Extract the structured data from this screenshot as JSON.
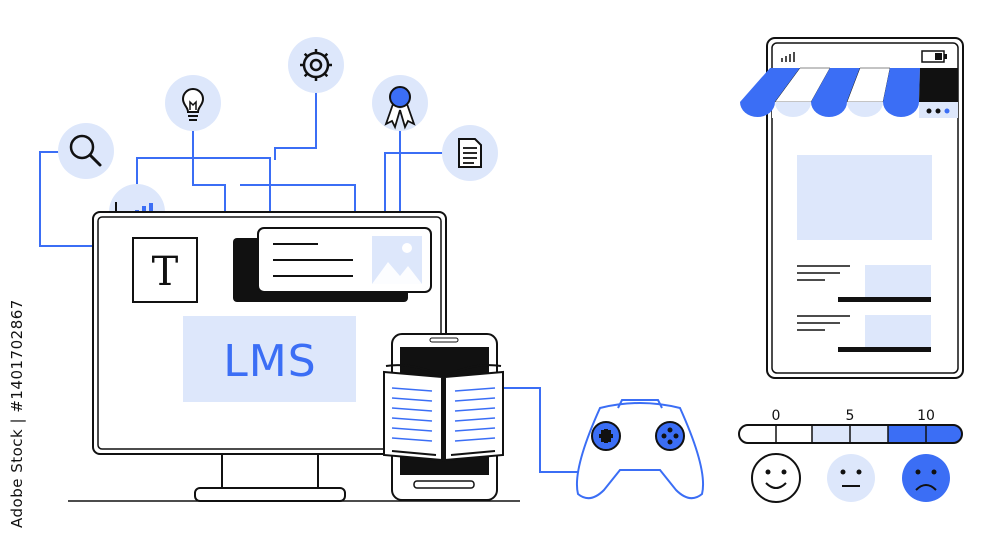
{
  "illustration": {
    "monitor_label": "LMS",
    "text_tool_glyph": "T",
    "icons": [
      "search-icon",
      "bar-chart-icon",
      "lightbulb-icon",
      "gear-icon",
      "award-ribbon-icon",
      "document-icon",
      "image-icon",
      "open-book-icon",
      "gamepad-icon",
      "smiley-icon",
      "neutral-face-icon",
      "sad-face-icon"
    ]
  },
  "rating_scale": {
    "labels": [
      "0",
      "5",
      "10"
    ],
    "faces": [
      "happy",
      "neutral",
      "sad"
    ]
  },
  "colors": {
    "accent": "#3b6ef5",
    "light_accent": "#dde7fb",
    "line": "#111111"
  },
  "watermark": {
    "text": "Adobe Stock | #1401702867"
  }
}
